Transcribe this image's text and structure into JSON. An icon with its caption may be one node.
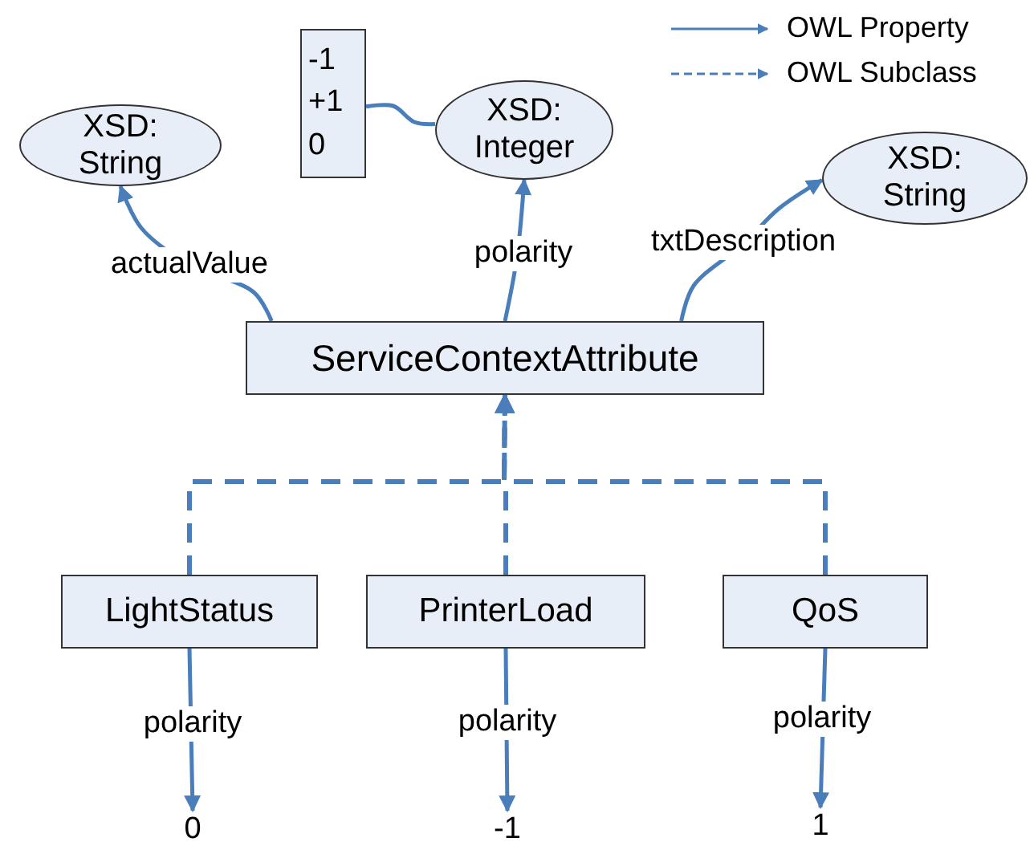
{
  "diagram": {
    "nodes": [
      {
        "text": [
          "XSD: String"
        ]
      },
      {
        "text": [
          "-1 +1 0"
        ]
      },
      {
        "text": [
          "XSD: Integer"
        ]
      },
      {
        "text": [
          "XSD: String"
        ]
      },
      {
        "text": [
          "ServiceContextAttribute"
        ]
      },
      {
        "text": [
          "LightStatus"
        ]
      },
      {
        "text": [
          "PrinterLoad"
        ]
      },
      {
        "text": [
          "QoS"
        ]
      },
      {
        "text": [
          "0"
        ]
      },
      {
        "text": [
          "-1"
        ]
      },
      {
        "text": [
          "1"
        ]
      }
    ],
    "edges": [
      {
        "from": 4,
        "to": 0,
        "arrow": "to",
        "label": "actualValue"
      },
      {
        "from": 4,
        "to": 2,
        "arrow": "to",
        "label": "polarity"
      },
      {
        "from": 4,
        "to": 3,
        "arrow": "to",
        "label": "txtDescription"
      },
      {
        "from": 1,
        "to": 2,
        "arrow": "none"
      },
      {
        "from": 5,
        "to": 4,
        "arrow": "to",
        "style": "dashed"
      },
      {
        "from": 6,
        "to": 4,
        "arrow": "to",
        "style": "dashed"
      },
      {
        "from": 7,
        "to": 4,
        "arrow": "to",
        "style": "dashed"
      },
      {
        "from": 5,
        "to": 8,
        "arrow": "to",
        "label": "polarity"
      },
      {
        "from": 6,
        "to": 9,
        "arrow": "to",
        "label": "polarity"
      },
      {
        "from": 7,
        "to": 10,
        "arrow": "to",
        "label": "polarity"
      }
    ],
    "legend": [
      {
        "text": "OWL Property"
      },
      {
        "text": "OWL Subclass"
      }
    ]
  }
}
